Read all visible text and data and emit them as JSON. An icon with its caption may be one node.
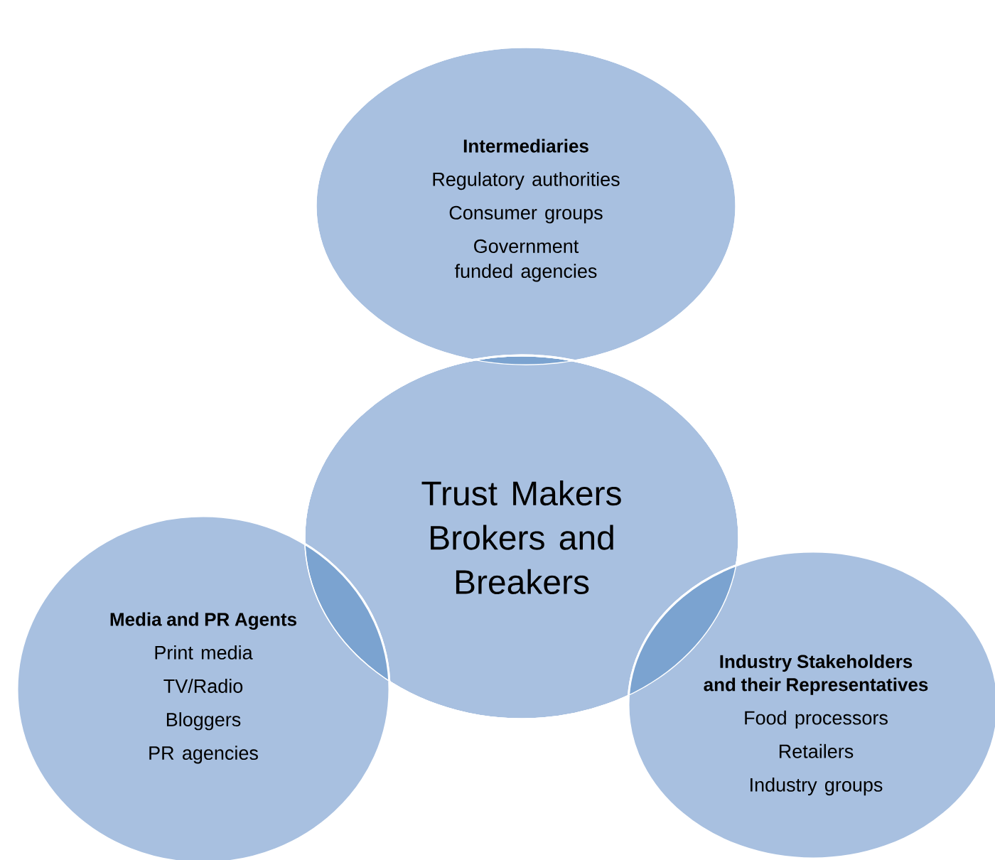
{
  "diagram": {
    "nodes": [
      {
        "text": [
          "Intermediaries",
          "Regulatory authorities",
          "Consumer groups",
          "Government funded agencies"
        ]
      },
      {
        "text": [
          "Trust Makers Brokers and Breakers"
        ]
      },
      {
        "text": [
          "Media and PR Agents",
          "Print media",
          "TV/Radio",
          "Bloggers",
          "PR agencies"
        ]
      },
      {
        "text": [
          "Industry Stakeholders and their Representatives",
          "Food processors",
          "Retailers",
          "Industry groups"
        ]
      }
    ]
  }
}
